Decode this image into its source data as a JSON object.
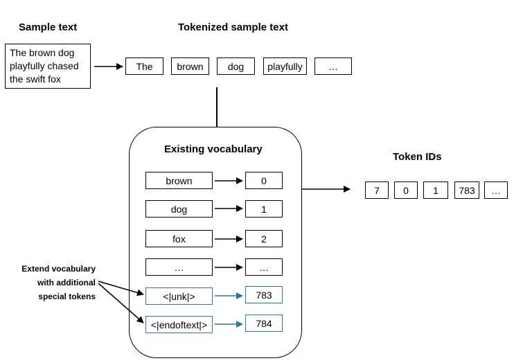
{
  "sample": {
    "heading": "Sample text",
    "lines": [
      "The brown dog",
      "playfully chased",
      "the swift fox"
    ]
  },
  "tokenized": {
    "heading": "Tokenized sample text",
    "tokens": [
      "The",
      "brown",
      "dog",
      "playfully",
      "…"
    ]
  },
  "vocabulary": {
    "heading": "Existing vocabulary",
    "entries": [
      {
        "token": "brown",
        "id": "0"
      },
      {
        "token": "dog",
        "id": "1"
      },
      {
        "token": "fox",
        "id": "2"
      },
      {
        "token": "…",
        "id": "…"
      },
      {
        "token": "<|unk|>",
        "id": "783"
      },
      {
        "token": "<|endoftext|>",
        "id": "784"
      }
    ]
  },
  "token_ids": {
    "heading": "Token IDs",
    "ids": [
      "7",
      "0",
      "1",
      "783",
      "…"
    ]
  },
  "note": {
    "lines": [
      "Extend vocabulary",
      "with additional",
      "special tokens"
    ]
  },
  "colors": {
    "special_border": "#2e75a8",
    "special_arrow": "#2e75a8",
    "default": "#000000"
  }
}
